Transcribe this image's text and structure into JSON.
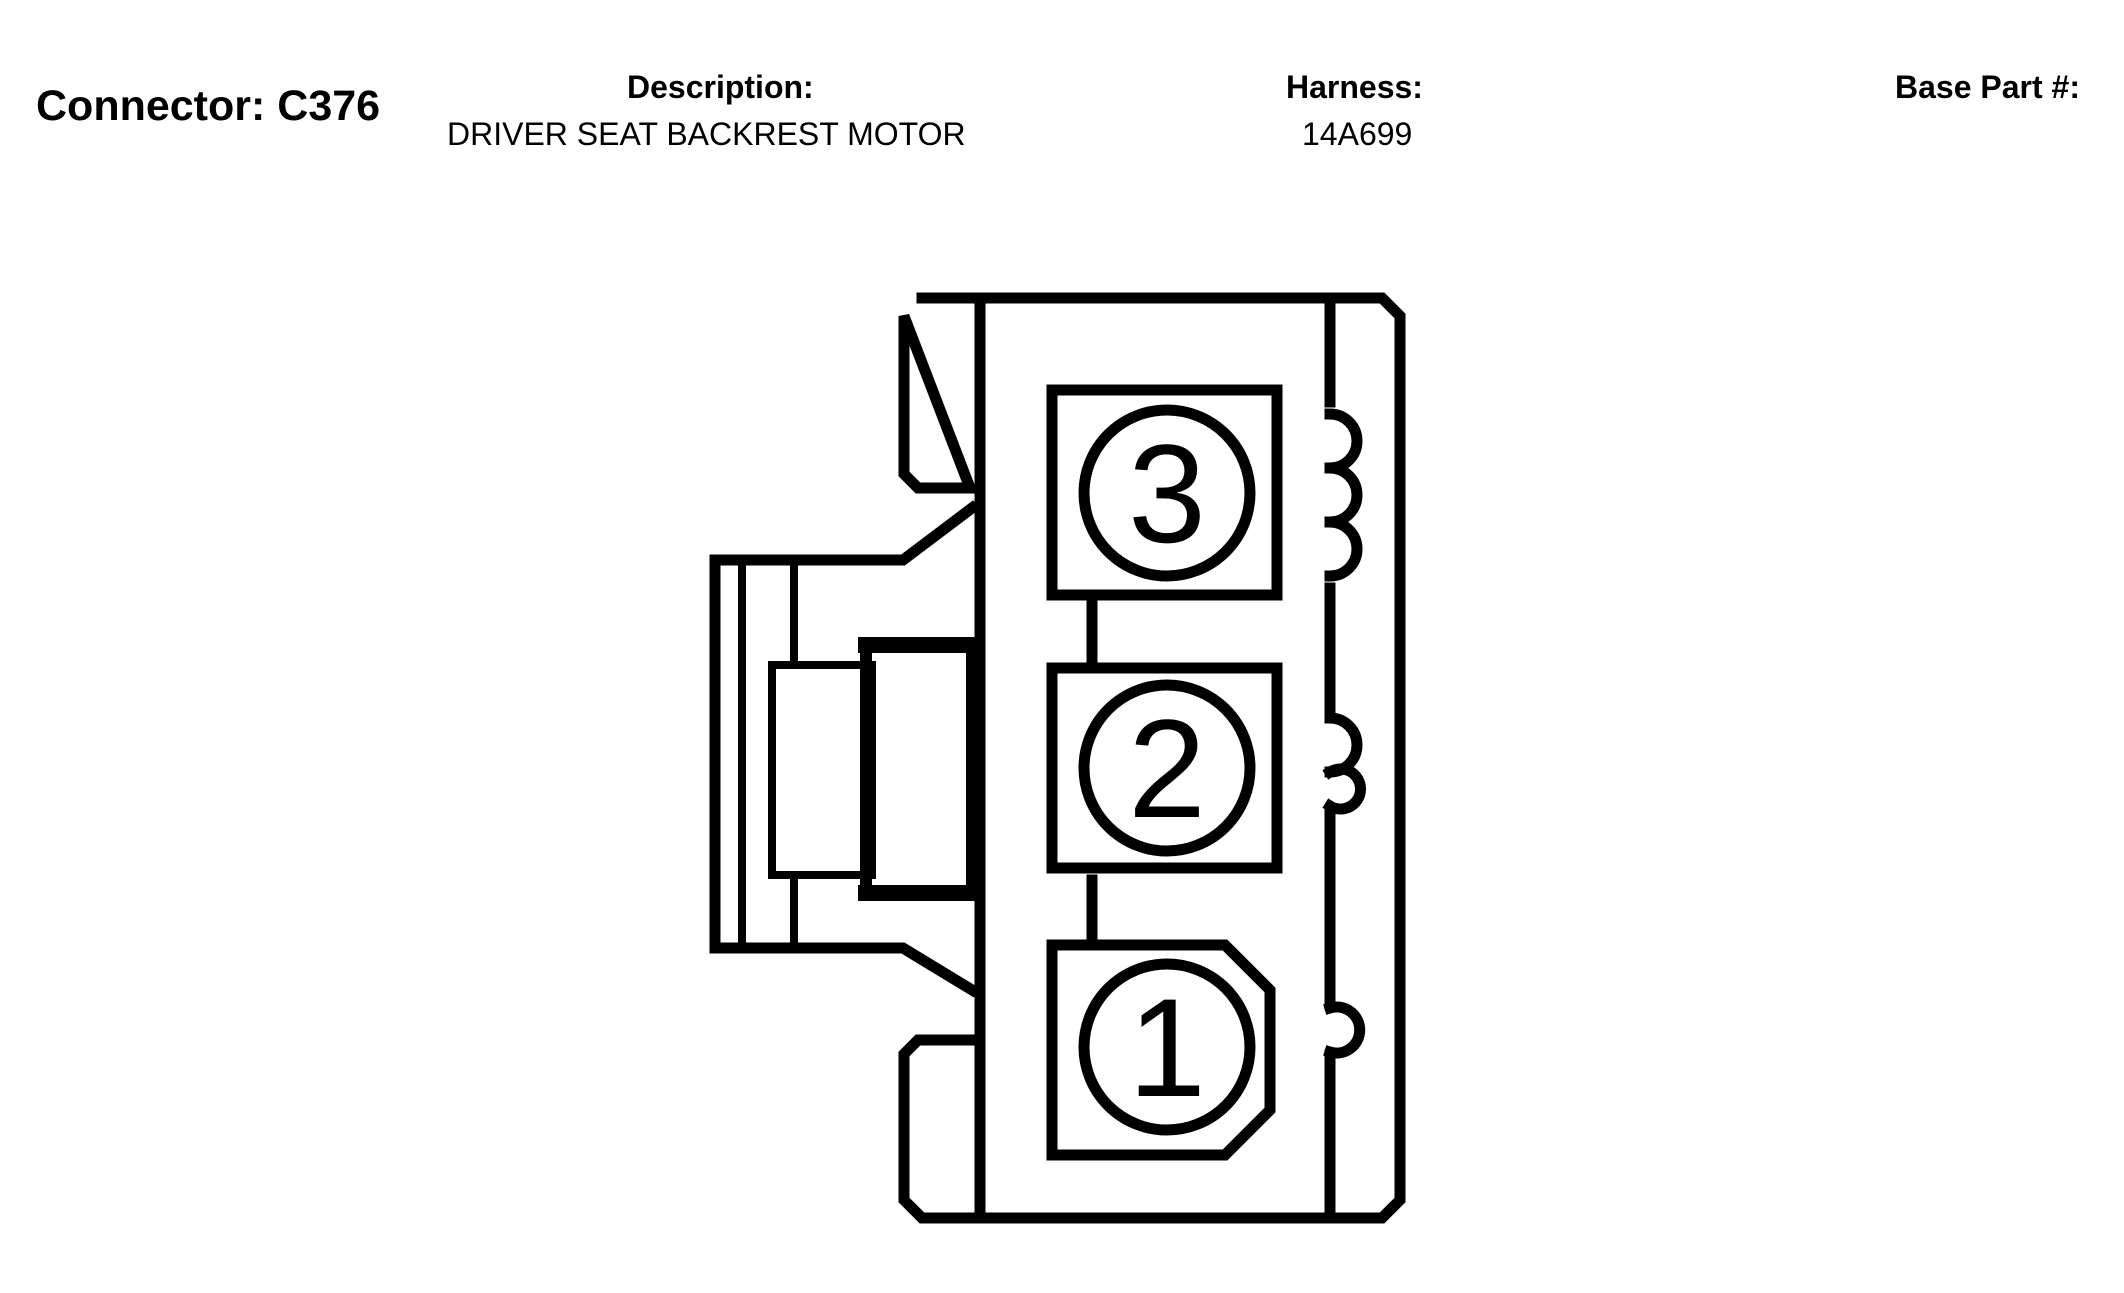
{
  "header": {
    "connector_label": "Connector: C376",
    "description_label": "Description:",
    "description_value": "DRIVER SEAT BACKREST MOTOR",
    "harness_label": "Harness:",
    "harness_value": "14A699",
    "base_part_label": "Base Part #:",
    "base_part_value": ""
  },
  "pins": [
    {
      "number": "3"
    },
    {
      "number": "2"
    },
    {
      "number": "1"
    }
  ]
}
